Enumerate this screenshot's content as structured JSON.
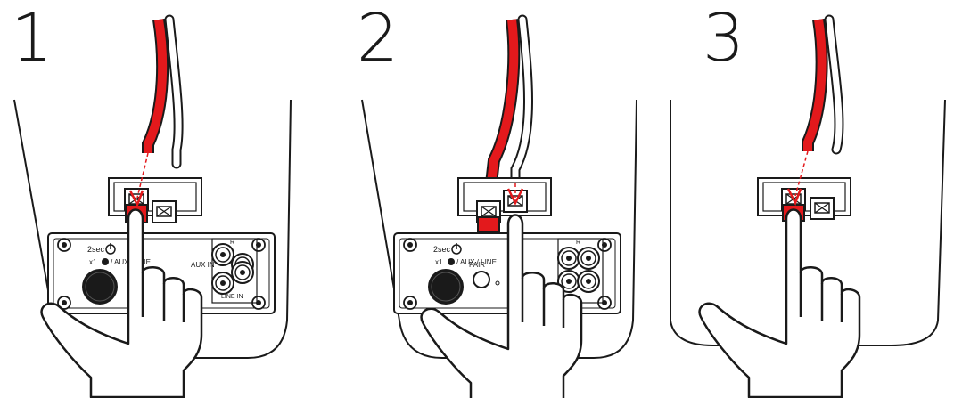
{
  "steps": [
    {
      "number": "1"
    },
    {
      "number": "2"
    },
    {
      "number": "3"
    }
  ],
  "panel_labels": {
    "hold_2sec": "2sec",
    "press_x1": "x1",
    "mode": "/ AUX / LINE",
    "aux_in": "AUX IN",
    "line_in": "LINE IN",
    "r_channel": "R",
    "pair": "PAIR"
  },
  "colors": {
    "wire_red": "#e3191c",
    "outline": "#1a1a1a",
    "terminal_fill": "#ffffff"
  },
  "icons": [
    "power-icon",
    "bluetooth-icon",
    "hand-icon"
  ]
}
